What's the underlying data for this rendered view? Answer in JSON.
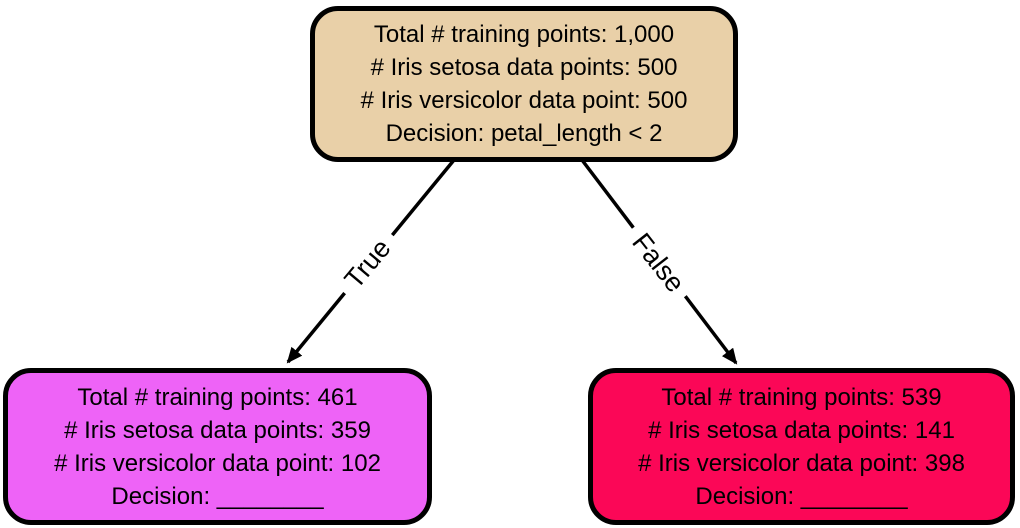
{
  "nodes": {
    "root": {
      "fill": "#e9d0a8",
      "lines": [
        "Total # training points: 1,000",
        "# Iris setosa data points: 500",
        "# Iris versicolor data point: 500",
        "Decision: petal_length < 2"
      ]
    },
    "left": {
      "fill": "#ee63f7",
      "lines": [
        "Total # training points: 461",
        "# Iris setosa data points: 359",
        "# Iris versicolor data point: 102",
        "Decision: ________"
      ]
    },
    "right": {
      "fill": "#fb0757",
      "lines": [
        "Total # training points: 539",
        "# Iris setosa data points: 141",
        "# Iris versicolor data point: 398",
        "Decision: ________"
      ]
    }
  },
  "edges": {
    "true": {
      "label": "True"
    },
    "false": {
      "label": "False"
    }
  },
  "colors": {
    "stroke": "#000000",
    "background": "#ffffff",
    "text": "#000000"
  }
}
